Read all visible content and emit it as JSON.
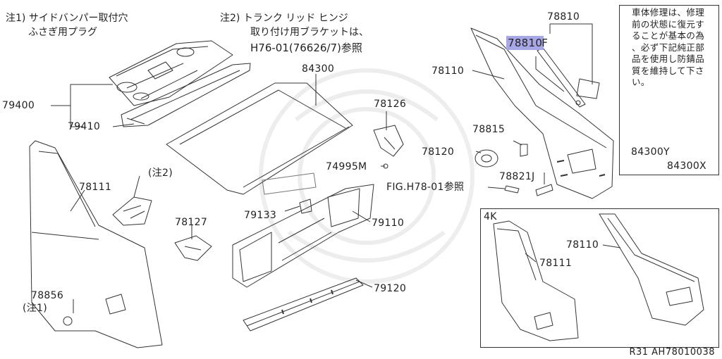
{
  "notes": {
    "note1_line1": "注1) サイドバンパー取付穴",
    "note1_line2": "ふさぎ用プラグ",
    "note2_line1": "注2) トランク リッド ヒンジ",
    "note2_line2": "取り付け用ブラケットは、",
    "note2_line3": "H76-01(76626/7)参照",
    "note2_ref": "(注2)",
    "note1_ref": "(注1)"
  },
  "parts": {
    "p79400": "79400",
    "p79410": "79410",
    "p84300": "84300",
    "p78126": "78126",
    "p74995m": "74995M",
    "p78111": "78111",
    "p78127": "78127",
    "p79133": "79133",
    "p79110": "79110",
    "p79120": "79120",
    "p78856": "78856",
    "p78810": "78810",
    "p78810f": "78810F",
    "p78110": "78110",
    "p78815": "78815",
    "p78120": "78120",
    "p78821j": "78821J",
    "fig_ref": "FIG.H78-01参照",
    "p84300y": "84300Y",
    "p84300x": "84300X",
    "inset_78110": "78110",
    "inset_78111": "78111"
  },
  "warning_text": "車体修理は、修理前の状態に復元することが基本の為、必ず下記純正部品を使用し防錆品質を維持して下さい。",
  "inset_title": "4K",
  "corner_code": "R31  AH78010038",
  "colors": {
    "highlight": "#a7a7e6",
    "line": "#333333",
    "watermark": "#efefef"
  }
}
